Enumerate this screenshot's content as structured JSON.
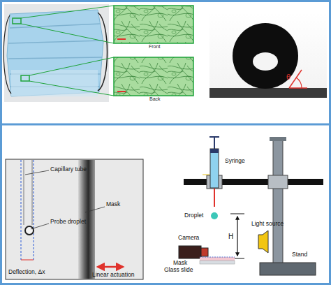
{
  "diagram": {
    "labels": [
      "Front",
      "Back",
      "θ",
      "Capillary tube",
      "Probe droplet",
      "Mask",
      "Deflection, Δx",
      "Linear actuation",
      "Syringe",
      "Droplet",
      "H",
      "Light source",
      "Stand",
      "Camera",
      "Mask",
      "Glass slide"
    ]
  }
}
